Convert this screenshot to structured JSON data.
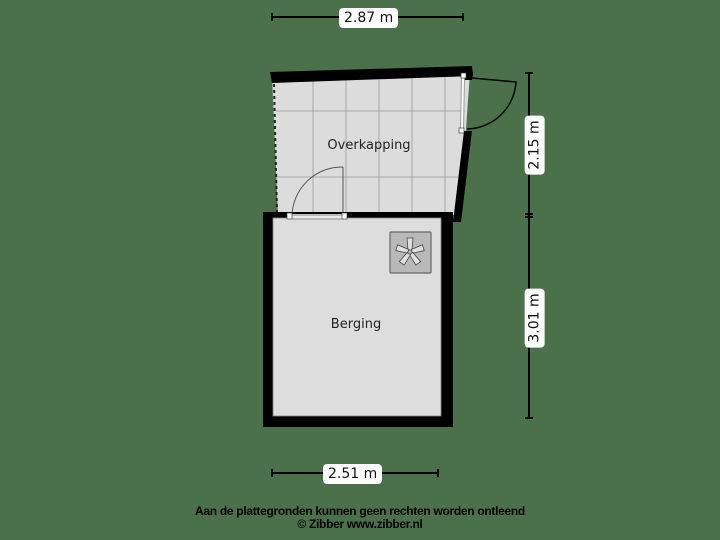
{
  "background_color": "#4a714a",
  "rooms": [
    {
      "name": "Overkapping",
      "fill": "#dcdcdc"
    },
    {
      "name": "Berging",
      "fill": "#dddddd"
    }
  ],
  "dimensions": {
    "top_width": "2.87 m",
    "bottom_width": "2.51 m",
    "right_upper_height": "2.15 m",
    "right_lower_height": "3.01 m"
  },
  "fixtures": [
    {
      "type": "fan-icon",
      "room": "Berging"
    }
  ],
  "footer": {
    "disclaimer": "Aan de plattegronden kunnen geen rechten worden ontleend",
    "copyright": "© Zibber www.zibber.nl"
  }
}
